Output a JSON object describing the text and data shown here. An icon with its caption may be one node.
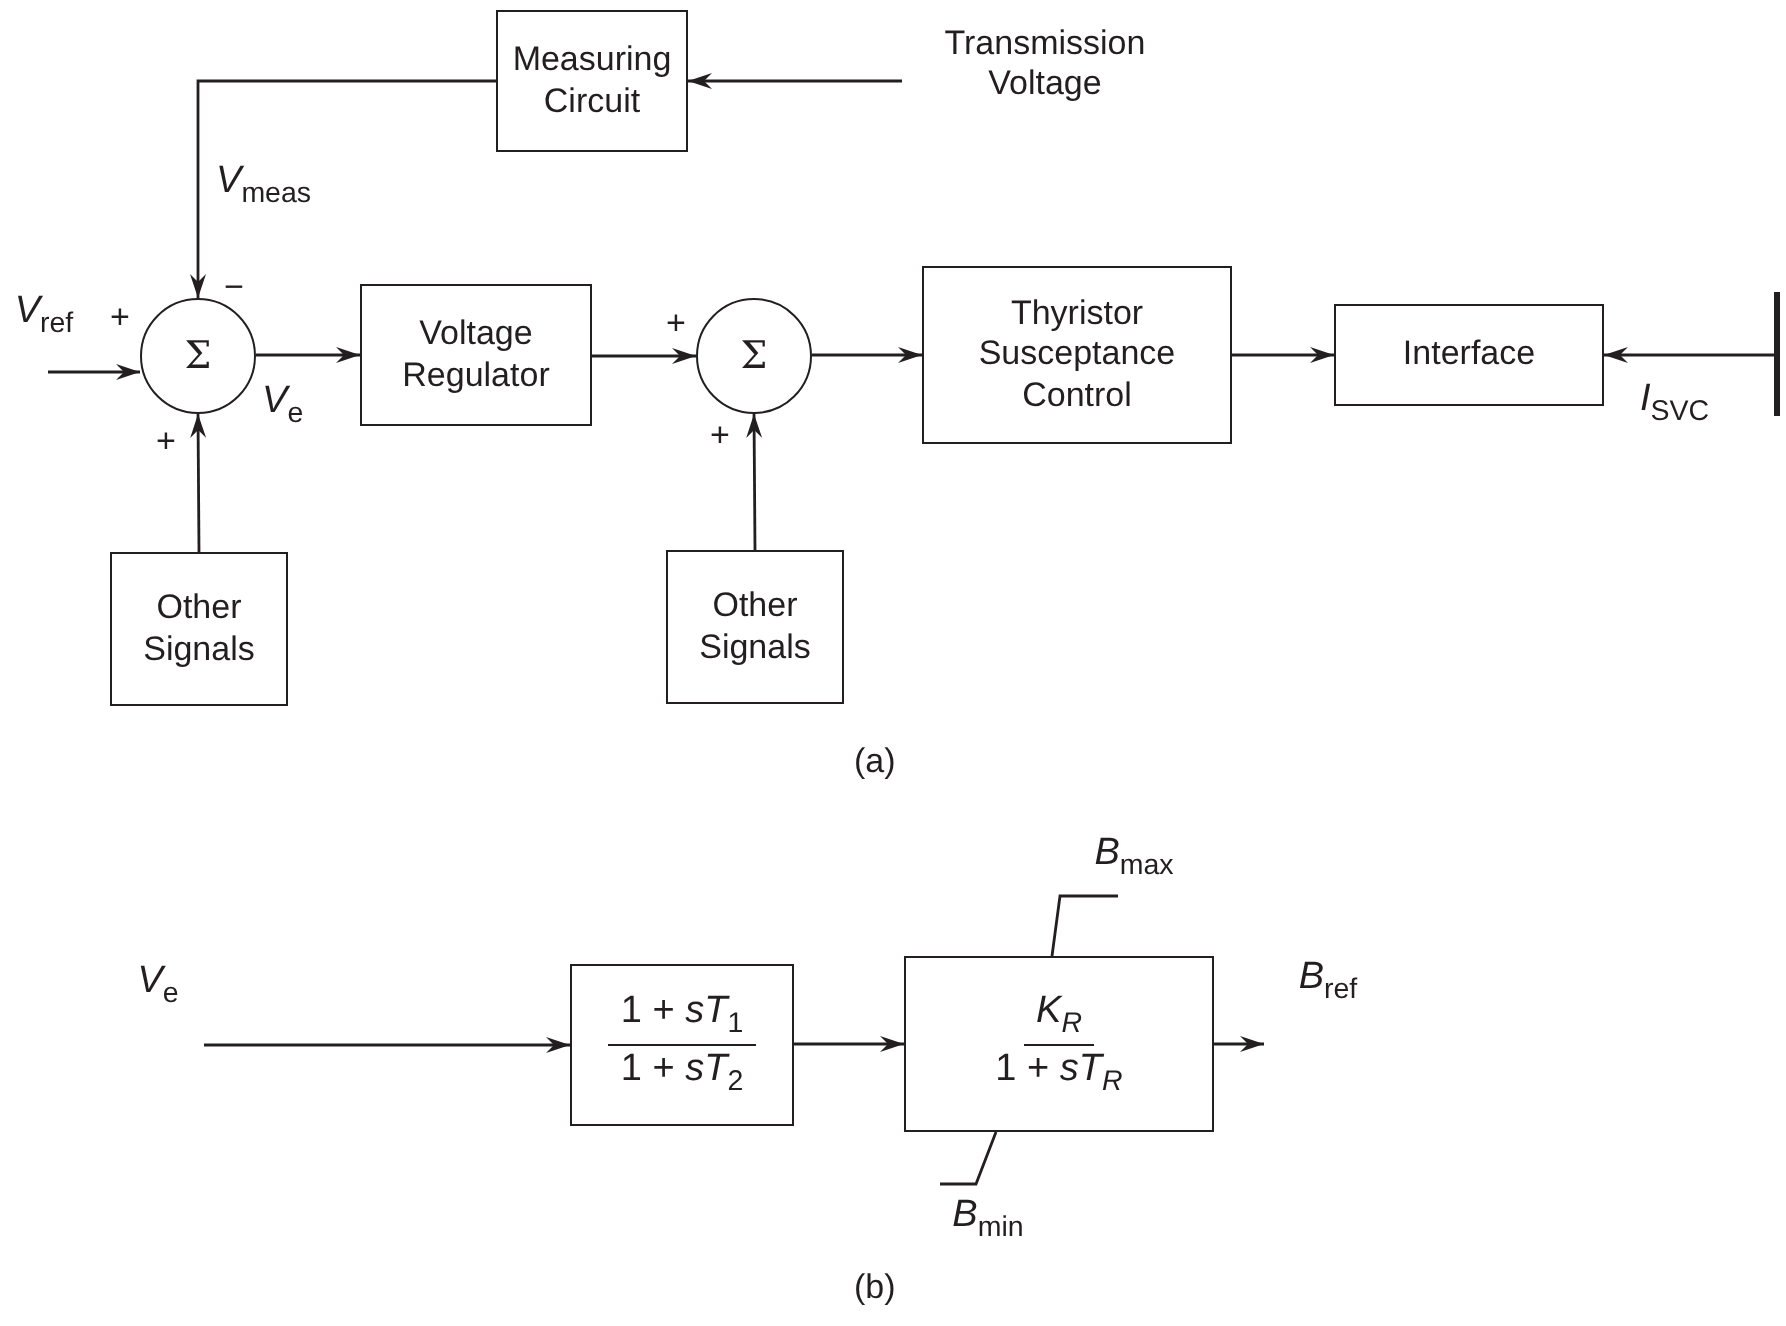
{
  "diagram": {
    "nodes": [
      {
        "text": [
          "Measuring Circuit"
        ]
      },
      {
        "text": [
          "Transmission Voltage"
        ]
      },
      {
        "text": [
          "Σ"
        ]
      },
      {
        "text": [
          "Voltage Regulator"
        ]
      },
      {
        "text": [
          "Σ"
        ]
      },
      {
        "text": [
          "Thyristor Susceptance Control"
        ]
      },
      {
        "text": [
          "Interface"
        ]
      },
      {
        "text": [],
        "shape": "bar"
      },
      {
        "text": [
          "Other Signals"
        ]
      },
      {
        "text": [
          "Other Signals"
        ]
      },
      {
        "text": [
          "*V*$_{ref}$"
        ]
      },
      {
        "text": [
          "*V*$_{e}$"
        ]
      },
      {
        "text": [
          "1 + *sT*$_{1}$",
          "1 + *sT*$_{2}$"
        ]
      },
      {
        "text": [
          "*K*$_{R}$",
          "1 + *sT*$_{R}$"
        ]
      },
      {
        "text": [
          "*B*$_{ref}$"
        ]
      },
      {
        "text": [
          "*B*$_{max}$"
        ]
      },
      {
        "text": [
          "*B*$_{min}$"
        ]
      }
    ],
    "edges": [
      {
        "from": 1,
        "to": 0,
        "arrow": "to"
      },
      {
        "from": 0,
        "to": 2,
        "arrow": "to",
        "label": "*V*$_{meas}$"
      },
      {
        "from": 10,
        "to": 2,
        "arrow": "to"
      },
      {
        "from": 2,
        "to": 3,
        "arrow": "to",
        "label": "*V*$_{e}$"
      },
      {
        "from": 8,
        "to": 2,
        "arrow": "to"
      },
      {
        "from": 3,
        "to": 4,
        "arrow": "to"
      },
      {
        "from": 9,
        "to": 4,
        "arrow": "to"
      },
      {
        "from": 4,
        "to": 5,
        "arrow": "to"
      },
      {
        "from": 5,
        "to": 6,
        "arrow": "to"
      },
      {
        "from": 7,
        "to": 6,
        "arrow": "to",
        "label": "*I*$_{SVC}$"
      },
      {
        "from": 11,
        "to": 12,
        "arrow": "to"
      },
      {
        "from": 12,
        "to": 13,
        "arrow": "to"
      },
      {
        "from": 13,
        "to": 14,
        "arrow": "to"
      },
      {
        "from": 15,
        "to": 13,
        "arrow": "none"
      },
      {
        "from": 16,
        "to": 13,
        "arrow": "none"
      }
    ],
    "labels": [
      "−",
      "+",
      "+",
      "+",
      "+",
      "(a)",
      "(b)"
    ]
  }
}
